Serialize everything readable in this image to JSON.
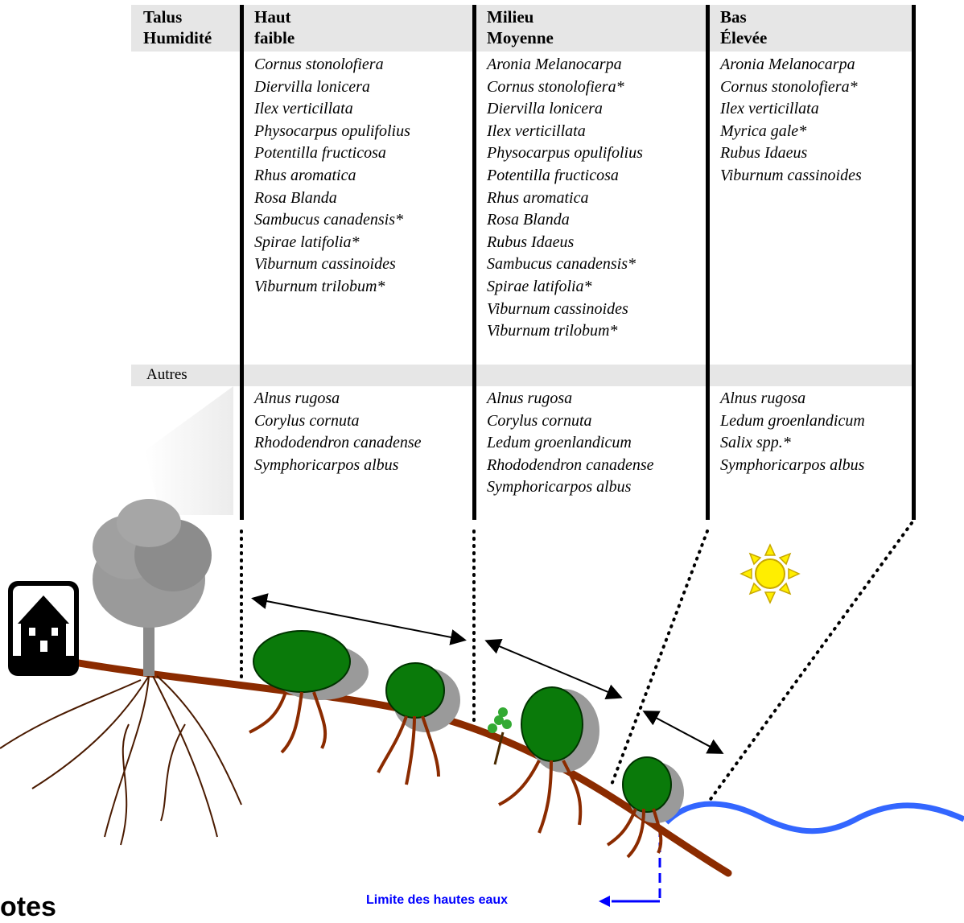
{
  "table": {
    "header": {
      "talus": [
        "Talus",
        "Humidité"
      ],
      "col1": [
        "Haut",
        "faible"
      ],
      "col2": [
        "Milieu",
        "Moyenne"
      ],
      "col3": [
        "Bas",
        "Élevée"
      ]
    },
    "main_lists": {
      "col1": [
        "Cornus stonolofiera",
        "Diervilla lonicera",
        "Ilex verticillata",
        "Physocarpus opulifolius",
        "Potentilla  fructicosa",
        "Rhus aromatica",
        "Rosa Blanda",
        "Sambucus canadensis*",
        "Spirae latifolia*",
        "Viburnum cassinoides",
        "Viburnum trilobum*"
      ],
      "col2": [
        "Aronia Melanocarpa",
        "Cornus stonolofiera*",
        "Diervilla lonicera",
        "Ilex verticillata",
        "Physocarpus opulifolius",
        "Potentilla  fructicosa",
        "Rhus aromatica",
        "Rosa Blanda",
        "Rubus Idaeus",
        "Sambucus canadensis*",
        "Spirae latifolia*",
        "Viburnum cassinoides",
        "Viburnum trilobum*"
      ],
      "col3": [
        "Aronia Melanocarpa",
        "Cornus stonolofiera*",
        "Ilex verticillata",
        "Myrica gale*",
        "Rubus Idaeus",
        "Viburnum cassinoides"
      ]
    },
    "other_label": "Autres",
    "other_lists": {
      "col1": [
        "Alnus rugosa",
        "Corylus cornuta",
        "Rhododendron canadense",
        "Symphoricarpos albus"
      ],
      "col2": [
        "Alnus rugosa",
        "Corylus cornuta",
        "Ledum groenlandicum",
        "Rhododendron canadense",
        "Symphoricarpos albus"
      ],
      "col3": [
        "Alnus rugosa",
        "Ledum groenlandicum",
        "Salix spp.*",
        "Symphoricarpos albus"
      ]
    }
  },
  "labels": {
    "high_water": "Limite des hautes eaux",
    "bottom_left_fragment": "otes"
  },
  "colors": {
    "header_band": "#e6e6e6",
    "soil": "#8b2b00",
    "water": "#3366ff",
    "shrub": "#0a7a0a",
    "sun": "#ffee00",
    "label_blue": "#0000ff"
  }
}
